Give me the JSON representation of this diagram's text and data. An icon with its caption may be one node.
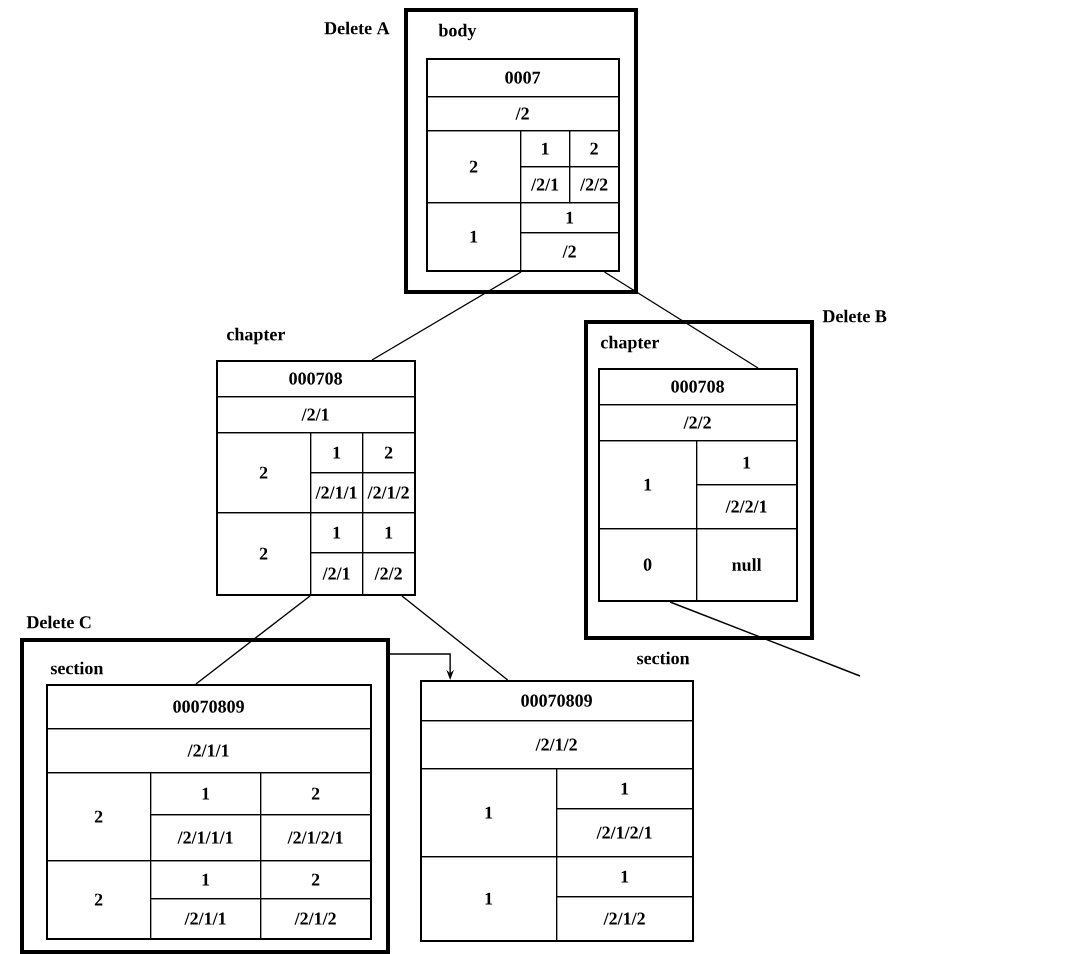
{
  "diagram": {
    "nodes": [
      {
        "text": [
          "Delete A",
          "body"
        ]
      },
      {
        "text": [
          "0007",
          "/2",
          "2",
          "1",
          "2",
          "/2/1",
          "/2/2",
          "1",
          "1",
          "/2"
        ],
        "in": 0
      },
      {
        "text": [
          "chapter",
          "000708",
          "/2/1",
          "2",
          "1",
          "2",
          "/2/1/1",
          "/2/1/2",
          "2",
          "1",
          "1",
          "/2/1",
          "/2/2"
        ]
      },
      {
        "text": [
          "Delete B",
          "chapter"
        ]
      },
      {
        "text": [
          "000708",
          "/2/2",
          "1",
          "1",
          "/2/2/1",
          "0",
          "null"
        ],
        "in": 3
      },
      {
        "text": [
          "Delete C",
          "section"
        ]
      },
      {
        "text": [
          "00070809",
          "/2/1/1",
          "2",
          "1",
          "2",
          "/2/1/1/1",
          "/2/1/2/1",
          "2",
          "1",
          "2",
          "/2/1/1",
          "/2/1/2"
        ],
        "in": 5
      },
      {
        "text": [
          "section",
          "00070809",
          "/2/1/2",
          "1",
          "1",
          "/2/1/2/1",
          "1",
          "1",
          "/2/1/2"
        ]
      }
    ],
    "edges": [
      {
        "from": 1,
        "to": 2,
        "arrow": "none"
      },
      {
        "from": 1,
        "to": 4,
        "arrow": "none"
      },
      {
        "from": 2,
        "to": 6,
        "arrow": "none"
      },
      {
        "from": 2,
        "to": 7,
        "arrow": "none"
      },
      {
        "from": 4,
        "to": null,
        "arrow": "none"
      },
      {
        "from": 5,
        "to": 7,
        "arrow": "to"
      }
    ]
  }
}
